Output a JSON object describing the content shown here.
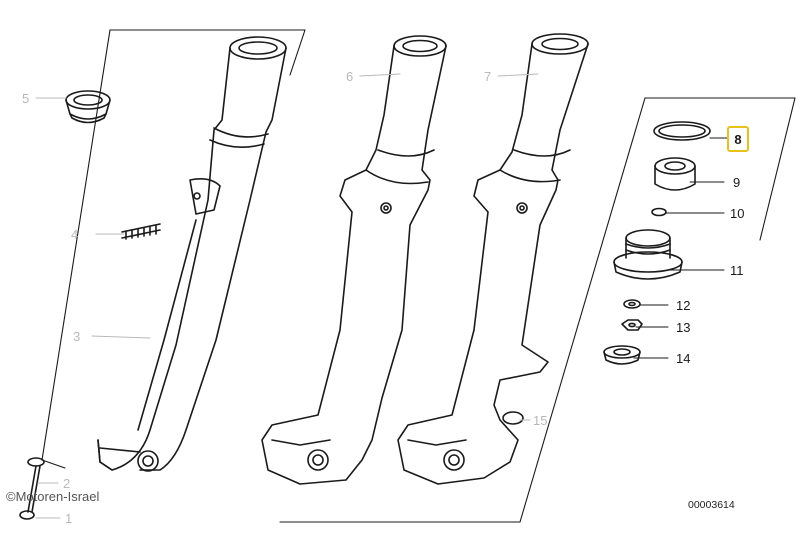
{
  "diagram_number": "00003614",
  "watermark": "©Motoren-Israel",
  "highlight_color": "#e8c21a",
  "callouts": [
    {
      "id": "1",
      "label": "1",
      "muted": true
    },
    {
      "id": "2",
      "label": "2",
      "muted": true
    },
    {
      "id": "3",
      "label": "3",
      "muted": true
    },
    {
      "id": "4",
      "label": "4",
      "muted": true
    },
    {
      "id": "5",
      "label": "5",
      "muted": true
    },
    {
      "id": "6",
      "label": "6",
      "muted": true
    },
    {
      "id": "7",
      "label": "7",
      "muted": true
    },
    {
      "id": "8",
      "label": "8",
      "muted": false,
      "highlighted": true
    },
    {
      "id": "9",
      "label": "9",
      "muted": false
    },
    {
      "id": "10",
      "label": "10",
      "muted": false
    },
    {
      "id": "11",
      "label": "11",
      "muted": false
    },
    {
      "id": "12",
      "label": "12",
      "muted": false
    },
    {
      "id": "13",
      "label": "13",
      "muted": false
    },
    {
      "id": "14",
      "label": "14",
      "muted": false
    },
    {
      "id": "15",
      "label": "15",
      "muted": true
    }
  ]
}
